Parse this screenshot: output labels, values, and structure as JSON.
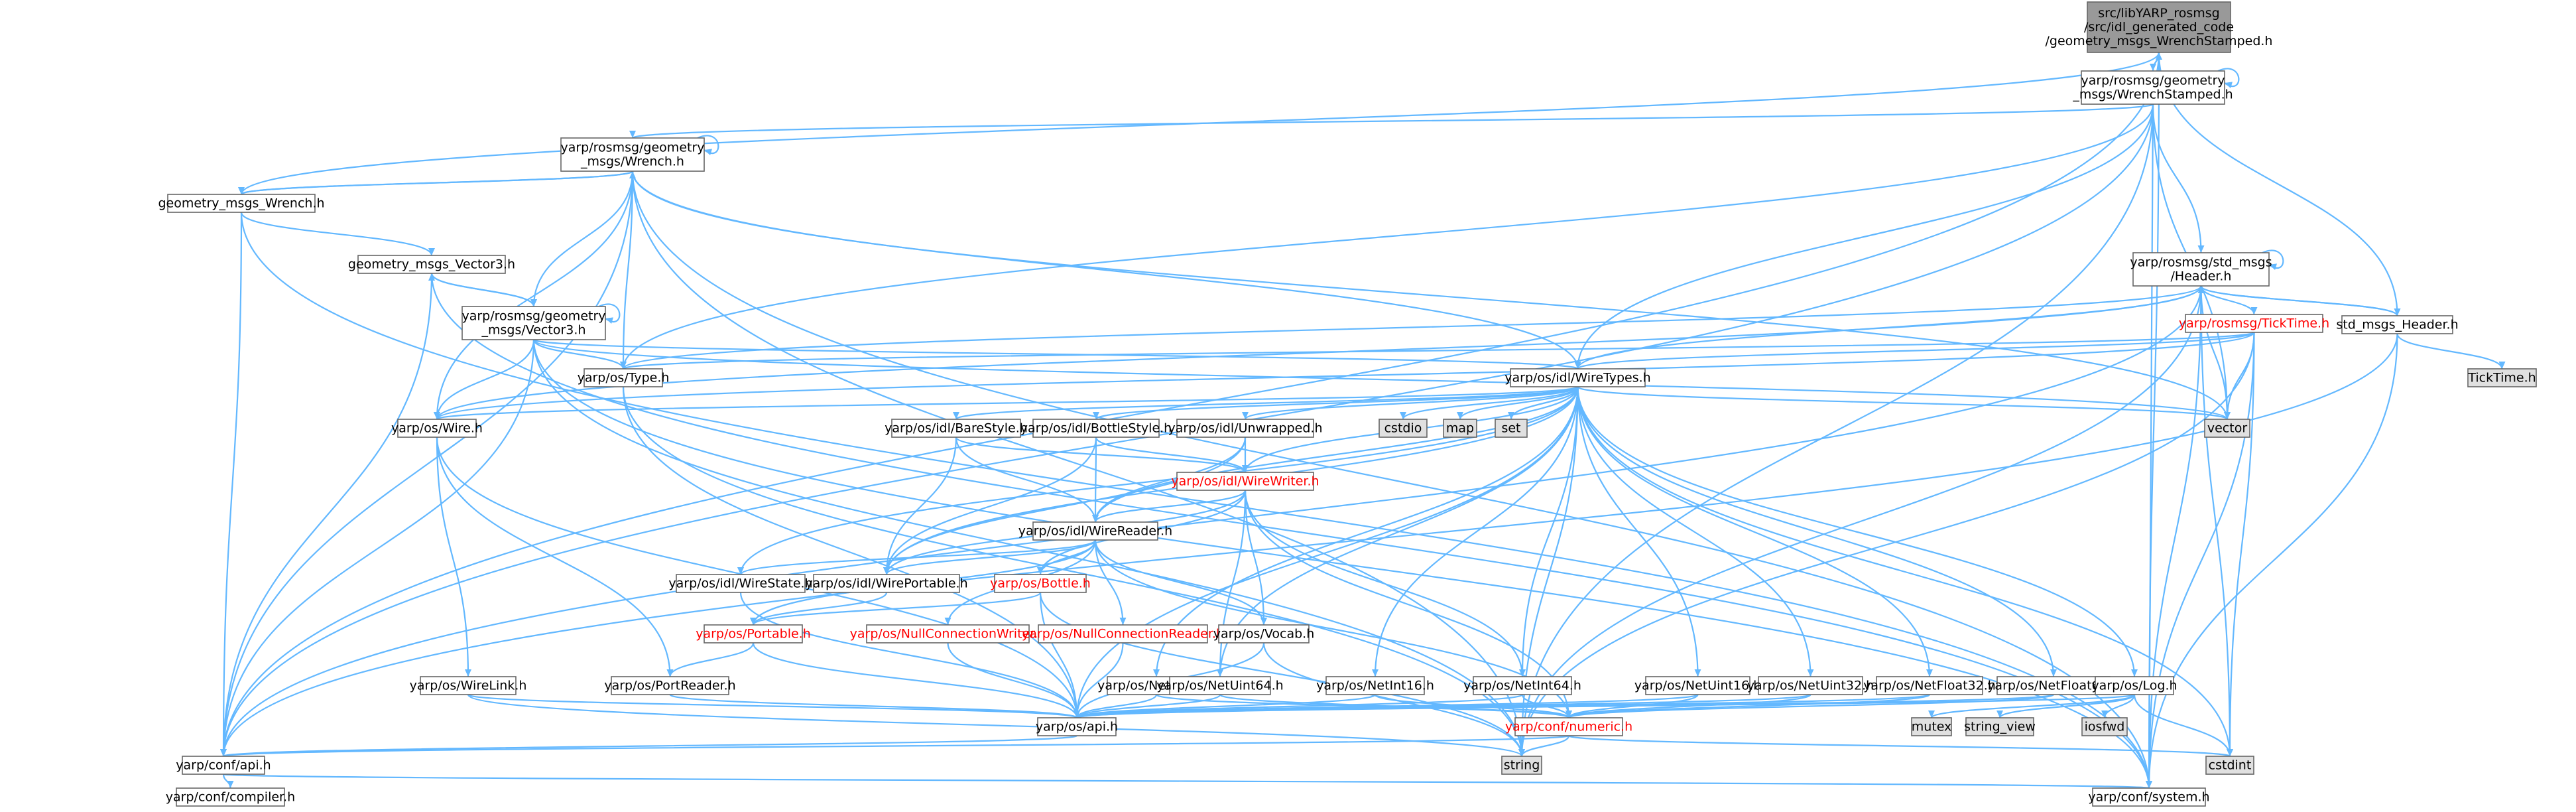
{
  "diagram": {
    "type": "include-dependency-graph",
    "colors": {
      "edge": "#63b8ff",
      "node_fill": "#ffffff",
      "node_border": "#666666",
      "root_fill": "#999999",
      "system_fill": "#e0e0e0",
      "red_text": "#ff0000",
      "text": "#000000"
    },
    "nodes": [
      {
        "id": "root",
        "lines": [
          "src/libYARP_rosmsg",
          "/src/idl_generated_code",
          "/geometry_msgs_WrenchStamped.h"
        ],
        "style": "root"
      },
      {
        "id": "wrench_stamped",
        "lines": [
          "yarp/rosmsg/geometry",
          "_msgs/WrenchStamped.h"
        ],
        "style": "normal"
      },
      {
        "id": "rosmsg_wrench",
        "lines": [
          "yarp/rosmsg/geometry",
          "_msgs/Wrench.h"
        ],
        "style": "normal"
      },
      {
        "id": "geom_wrench",
        "lines": [
          "geometry_msgs_Wrench.h"
        ],
        "style": "normal"
      },
      {
        "id": "geom_vector3",
        "lines": [
          "geometry_msgs_Vector3.h"
        ],
        "style": "normal"
      },
      {
        "id": "rosmsg_vector3",
        "lines": [
          "yarp/rosmsg/geometry",
          "_msgs/Vector3.h"
        ],
        "style": "normal"
      },
      {
        "id": "std_header",
        "lines": [
          "yarp/rosmsg/std_msgs",
          "/Header.h"
        ],
        "style": "normal"
      },
      {
        "id": "tick_time",
        "lines": [
          "yarp/rosmsg/TickTime.h"
        ],
        "style": "red"
      },
      {
        "id": "std_msgs_header",
        "lines": [
          "std_msgs_Header.h"
        ],
        "style": "normal"
      },
      {
        "id": "ticktime_h",
        "lines": [
          "TickTime.h"
        ],
        "style": "system"
      },
      {
        "id": "os_type",
        "lines": [
          "yarp/os/Type.h"
        ],
        "style": "normal"
      },
      {
        "id": "wiretypes",
        "lines": [
          "yarp/os/idl/WireTypes.h"
        ],
        "style": "normal"
      },
      {
        "id": "os_wire",
        "lines": [
          "yarp/os/Wire.h"
        ],
        "style": "normal"
      },
      {
        "id": "cstdio",
        "lines": [
          "cstdio"
        ],
        "style": "system"
      },
      {
        "id": "map",
        "lines": [
          "map"
        ],
        "style": "system"
      },
      {
        "id": "set",
        "lines": [
          "set"
        ],
        "style": "system"
      },
      {
        "id": "vector",
        "lines": [
          "vector"
        ],
        "style": "system"
      },
      {
        "id": "barestyle",
        "lines": [
          "yarp/os/idl/BareStyle.h"
        ],
        "style": "normal"
      },
      {
        "id": "bottlestyle",
        "lines": [
          "yarp/os/idl/BottleStyle.h"
        ],
        "style": "normal"
      },
      {
        "id": "unwrapped",
        "lines": [
          "yarp/os/idl/Unwrapped.h"
        ],
        "style": "normal"
      },
      {
        "id": "wirewriter",
        "lines": [
          "yarp/os/idl/WireWriter.h"
        ],
        "style": "red"
      },
      {
        "id": "wirereader",
        "lines": [
          "yarp/os/idl/WireReader.h"
        ],
        "style": "normal"
      },
      {
        "id": "wirestate",
        "lines": [
          "yarp/os/idl/WireState.h"
        ],
        "style": "normal"
      },
      {
        "id": "wireportable",
        "lines": [
          "yarp/os/idl/WirePortable.h"
        ],
        "style": "normal"
      },
      {
        "id": "bottle",
        "lines": [
          "yarp/os/Bottle.h"
        ],
        "style": "red"
      },
      {
        "id": "portable",
        "lines": [
          "yarp/os/Portable.h"
        ],
        "style": "red"
      },
      {
        "id": "nullconnwriter",
        "lines": [
          "yarp/os/NullConnectionWriter.h"
        ],
        "style": "red"
      },
      {
        "id": "nullconnreader",
        "lines": [
          "yarp/os/NullConnectionReader.h"
        ],
        "style": "red"
      },
      {
        "id": "vocab",
        "lines": [
          "yarp/os/Vocab.h"
        ],
        "style": "normal"
      },
      {
        "id": "wirelink",
        "lines": [
          "yarp/os/WireLink.h"
        ],
        "style": "normal"
      },
      {
        "id": "portreader",
        "lines": [
          "yarp/os/PortReader.h"
        ],
        "style": "normal"
      },
      {
        "id": "netint32",
        "lines": [
          "yarp/os/NetInt32.h"
        ],
        "style": "normal"
      },
      {
        "id": "netuint64",
        "lines": [
          "yarp/os/NetUint64.h"
        ],
        "style": "normal"
      },
      {
        "id": "netint16",
        "lines": [
          "yarp/os/NetInt16.h"
        ],
        "style": "normal"
      },
      {
        "id": "netint64",
        "lines": [
          "yarp/os/NetInt64.h"
        ],
        "style": "normal"
      },
      {
        "id": "netuint16",
        "lines": [
          "yarp/os/NetUint16.h"
        ],
        "style": "normal"
      },
      {
        "id": "netuint32",
        "lines": [
          "yarp/os/NetUint32.h"
        ],
        "style": "normal"
      },
      {
        "id": "netfloat32",
        "lines": [
          "yarp/os/NetFloat32.h"
        ],
        "style": "normal"
      },
      {
        "id": "netfloat64",
        "lines": [
          "yarp/os/NetFloat64.h"
        ],
        "style": "normal"
      },
      {
        "id": "log",
        "lines": [
          "yarp/os/Log.h"
        ],
        "style": "normal"
      },
      {
        "id": "mutex",
        "lines": [
          "mutex"
        ],
        "style": "system"
      },
      {
        "id": "string_view",
        "lines": [
          "string_view"
        ],
        "style": "system"
      },
      {
        "id": "iosfwd",
        "lines": [
          "iosfwd"
        ],
        "style": "system"
      },
      {
        "id": "os_api",
        "lines": [
          "yarp/os/api.h"
        ],
        "style": "normal"
      },
      {
        "id": "numeric",
        "lines": [
          "yarp/conf/numeric.h"
        ],
        "style": "red"
      },
      {
        "id": "string",
        "lines": [
          "string"
        ],
        "style": "system"
      },
      {
        "id": "cstdint",
        "lines": [
          "cstdint"
        ],
        "style": "system"
      },
      {
        "id": "conf_api",
        "lines": [
          "yarp/conf/api.h"
        ],
        "style": "normal"
      },
      {
        "id": "compiler",
        "lines": [
          "yarp/conf/compiler.h"
        ],
        "style": "normal"
      },
      {
        "id": "system",
        "lines": [
          "yarp/conf/system.h"
        ],
        "style": "normal"
      }
    ],
    "edges": [
      [
        "root",
        "wrench_stamped"
      ],
      [
        "root",
        "geom_wrench"
      ],
      [
        "root",
        "std_msgs_header"
      ],
      [
        "root",
        "conf_api"
      ],
      [
        "root",
        "system"
      ],
      [
        "wrench_stamped",
        "root"
      ],
      [
        "wrench_stamped",
        "rosmsg_wrench"
      ],
      [
        "wrench_stamped",
        "std_header"
      ],
      [
        "wrench_stamped",
        "os_type"
      ],
      [
        "wrench_stamped",
        "wiretypes"
      ],
      [
        "wrench_stamped",
        "vector"
      ],
      [
        "wrench_stamped",
        "string"
      ],
      [
        "wrench_stamped",
        "conf_api"
      ],
      [
        "wrench_stamped",
        "system"
      ],
      [
        "wrench_stamped",
        "wrench_stamped"
      ],
      [
        "rosmsg_wrench",
        "geom_wrench"
      ],
      [
        "rosmsg_wrench",
        "rosmsg_vector3"
      ],
      [
        "rosmsg_wrench",
        "os_type"
      ],
      [
        "rosmsg_wrench",
        "wiretypes"
      ],
      [
        "rosmsg_wrench",
        "os_wire"
      ],
      [
        "rosmsg_wrench",
        "vector"
      ],
      [
        "rosmsg_wrench",
        "string"
      ],
      [
        "rosmsg_wrench",
        "conf_api"
      ],
      [
        "rosmsg_wrench",
        "system"
      ],
      [
        "rosmsg_wrench",
        "rosmsg_wrench"
      ],
      [
        "geom_wrench",
        "rosmsg_wrench"
      ],
      [
        "geom_wrench",
        "geom_vector3"
      ],
      [
        "geom_wrench",
        "conf_api"
      ],
      [
        "geom_wrench",
        "system"
      ],
      [
        "geom_vector3",
        "rosmsg_vector3"
      ],
      [
        "geom_vector3",
        "conf_api"
      ],
      [
        "geom_vector3",
        "system"
      ],
      [
        "rosmsg_vector3",
        "geom_vector3"
      ],
      [
        "rosmsg_vector3",
        "os_type"
      ],
      [
        "rosmsg_vector3",
        "wiretypes"
      ],
      [
        "rosmsg_vector3",
        "os_wire"
      ],
      [
        "rosmsg_vector3",
        "vector"
      ],
      [
        "rosmsg_vector3",
        "string"
      ],
      [
        "rosmsg_vector3",
        "conf_api"
      ],
      [
        "rosmsg_vector3",
        "system"
      ],
      [
        "rosmsg_vector3",
        "rosmsg_vector3"
      ],
      [
        "std_header",
        "tick_time"
      ],
      [
        "std_header",
        "std_msgs_header"
      ],
      [
        "std_header",
        "os_type"
      ],
      [
        "std_header",
        "wiretypes"
      ],
      [
        "std_header",
        "os_wire"
      ],
      [
        "std_header",
        "vector"
      ],
      [
        "std_header",
        "string"
      ],
      [
        "std_header",
        "cstdint"
      ],
      [
        "std_header",
        "conf_api"
      ],
      [
        "std_header",
        "system"
      ],
      [
        "std_header",
        "std_header"
      ],
      [
        "std_msgs_header",
        "std_header"
      ],
      [
        "std_msgs_header",
        "ticktime_h"
      ],
      [
        "std_msgs_header",
        "conf_api"
      ],
      [
        "std_msgs_header",
        "system"
      ],
      [
        "tick_time",
        "os_type"
      ],
      [
        "tick_time",
        "wiretypes"
      ],
      [
        "tick_time",
        "os_wire"
      ],
      [
        "tick_time",
        "vector"
      ],
      [
        "tick_time",
        "string"
      ],
      [
        "tick_time",
        "cstdint"
      ],
      [
        "tick_time",
        "system"
      ],
      [
        "os_type",
        "os_api"
      ],
      [
        "os_type",
        "string"
      ],
      [
        "wiretypes",
        "os_wire"
      ],
      [
        "wiretypes",
        "cstdio"
      ],
      [
        "wiretypes",
        "map"
      ],
      [
        "wiretypes",
        "set"
      ],
      [
        "wiretypes",
        "vector"
      ],
      [
        "wiretypes",
        "string"
      ],
      [
        "wiretypes",
        "cstdint"
      ],
      [
        "wiretypes",
        "barestyle"
      ],
      [
        "wiretypes",
        "bottlestyle"
      ],
      [
        "wiretypes",
        "unwrapped"
      ],
      [
        "wiretypes",
        "wirewriter"
      ],
      [
        "wiretypes",
        "wirereader"
      ],
      [
        "wiretypes",
        "wirestate"
      ],
      [
        "wiretypes",
        "wireportable"
      ],
      [
        "wiretypes",
        "netint32"
      ],
      [
        "wiretypes",
        "netuint64"
      ],
      [
        "wiretypes",
        "netint16"
      ],
      [
        "wiretypes",
        "netint64"
      ],
      [
        "wiretypes",
        "netuint16"
      ],
      [
        "wiretypes",
        "netuint32"
      ],
      [
        "wiretypes",
        "netfloat32"
      ],
      [
        "wiretypes",
        "netfloat64"
      ],
      [
        "wiretypes",
        "log"
      ],
      [
        "wiretypes",
        "os_api"
      ],
      [
        "os_wire",
        "portreader"
      ],
      [
        "os_wire",
        "wirelink"
      ],
      [
        "os_wire",
        "os_api"
      ],
      [
        "barestyle",
        "wirewriter"
      ],
      [
        "barestyle",
        "wirereader"
      ],
      [
        "barestyle",
        "wireportable"
      ],
      [
        "bottlestyle",
        "wirewriter"
      ],
      [
        "bottlestyle",
        "wirereader"
      ],
      [
        "bottlestyle",
        "wireportable"
      ],
      [
        "unwrapped",
        "wirewriter"
      ],
      [
        "unwrapped",
        "wirereader"
      ],
      [
        "unwrapped",
        "wireportable"
      ],
      [
        "wirewriter",
        "wirereader"
      ],
      [
        "wirewriter",
        "bottle"
      ],
      [
        "wirewriter",
        "vocab"
      ],
      [
        "wirewriter",
        "wireportable"
      ],
      [
        "wirewriter",
        "numeric"
      ],
      [
        "wirewriter",
        "netint64"
      ],
      [
        "wirewriter",
        "netuint64"
      ],
      [
        "wirereader",
        "wirestate"
      ],
      [
        "wirereader",
        "wireportable"
      ],
      [
        "wirereader",
        "bottle"
      ],
      [
        "wirereader",
        "portable"
      ],
      [
        "wirereader",
        "nullconnwriter"
      ],
      [
        "wirereader",
        "nullconnreader"
      ],
      [
        "wirereader",
        "vocab"
      ],
      [
        "wirereader",
        "numeric"
      ],
      [
        "wirestate",
        "os_api"
      ],
      [
        "wireportable",
        "portable"
      ],
      [
        "bottle",
        "portable"
      ],
      [
        "bottle",
        "string"
      ],
      [
        "bottle",
        "os_api"
      ],
      [
        "portable",
        "portreader"
      ],
      [
        "portable",
        "os_api"
      ],
      [
        "nullconnwriter",
        "os_api"
      ],
      [
        "nullconnreader",
        "os_api"
      ],
      [
        "vocab",
        "os_api"
      ],
      [
        "vocab",
        "string"
      ],
      [
        "wirelink",
        "os_api"
      ],
      [
        "wirelink",
        "string"
      ],
      [
        "portreader",
        "os_api"
      ],
      [
        "netint32",
        "os_api"
      ],
      [
        "netint32",
        "numeric"
      ],
      [
        "netuint64",
        "os_api"
      ],
      [
        "netuint64",
        "numeric"
      ],
      [
        "netint16",
        "os_api"
      ],
      [
        "netint16",
        "numeric"
      ],
      [
        "netint64",
        "os_api"
      ],
      [
        "netint64",
        "numeric"
      ],
      [
        "netuint16",
        "os_api"
      ],
      [
        "netuint16",
        "numeric"
      ],
      [
        "netuint32",
        "os_api"
      ],
      [
        "netuint32",
        "numeric"
      ],
      [
        "netfloat32",
        "os_api"
      ],
      [
        "netfloat32",
        "numeric"
      ],
      [
        "netfloat64",
        "os_api"
      ],
      [
        "netfloat64",
        "numeric"
      ],
      [
        "log",
        "os_api"
      ],
      [
        "log",
        "mutex"
      ],
      [
        "log",
        "string_view"
      ],
      [
        "log",
        "iosfwd"
      ],
      [
        "log",
        "cstdint"
      ],
      [
        "os_api",
        "conf_api"
      ],
      [
        "numeric",
        "string"
      ],
      [
        "numeric",
        "cstdint"
      ],
      [
        "numeric",
        "conf_api"
      ],
      [
        "conf_api",
        "compiler"
      ],
      [
        "conf_api",
        "system"
      ]
    ]
  }
}
